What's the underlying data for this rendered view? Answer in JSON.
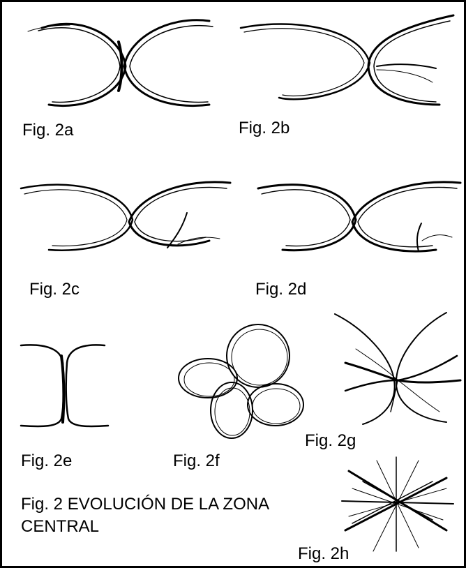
{
  "labels": {
    "fig2a": "Fig. 2a",
    "fig2b": "Fig. 2b",
    "fig2c": "Fig. 2c",
    "fig2d": "Fig. 2d",
    "fig2e": "Fig. 2e",
    "fig2f": "Fig. 2f",
    "fig2g": "Fig. 2g",
    "fig2h": "Fig. 2h"
  },
  "caption": {
    "line1": "Fig. 2 EVOLUCIÓN DE LA ZONA",
    "line2": "CENTRAL"
  }
}
